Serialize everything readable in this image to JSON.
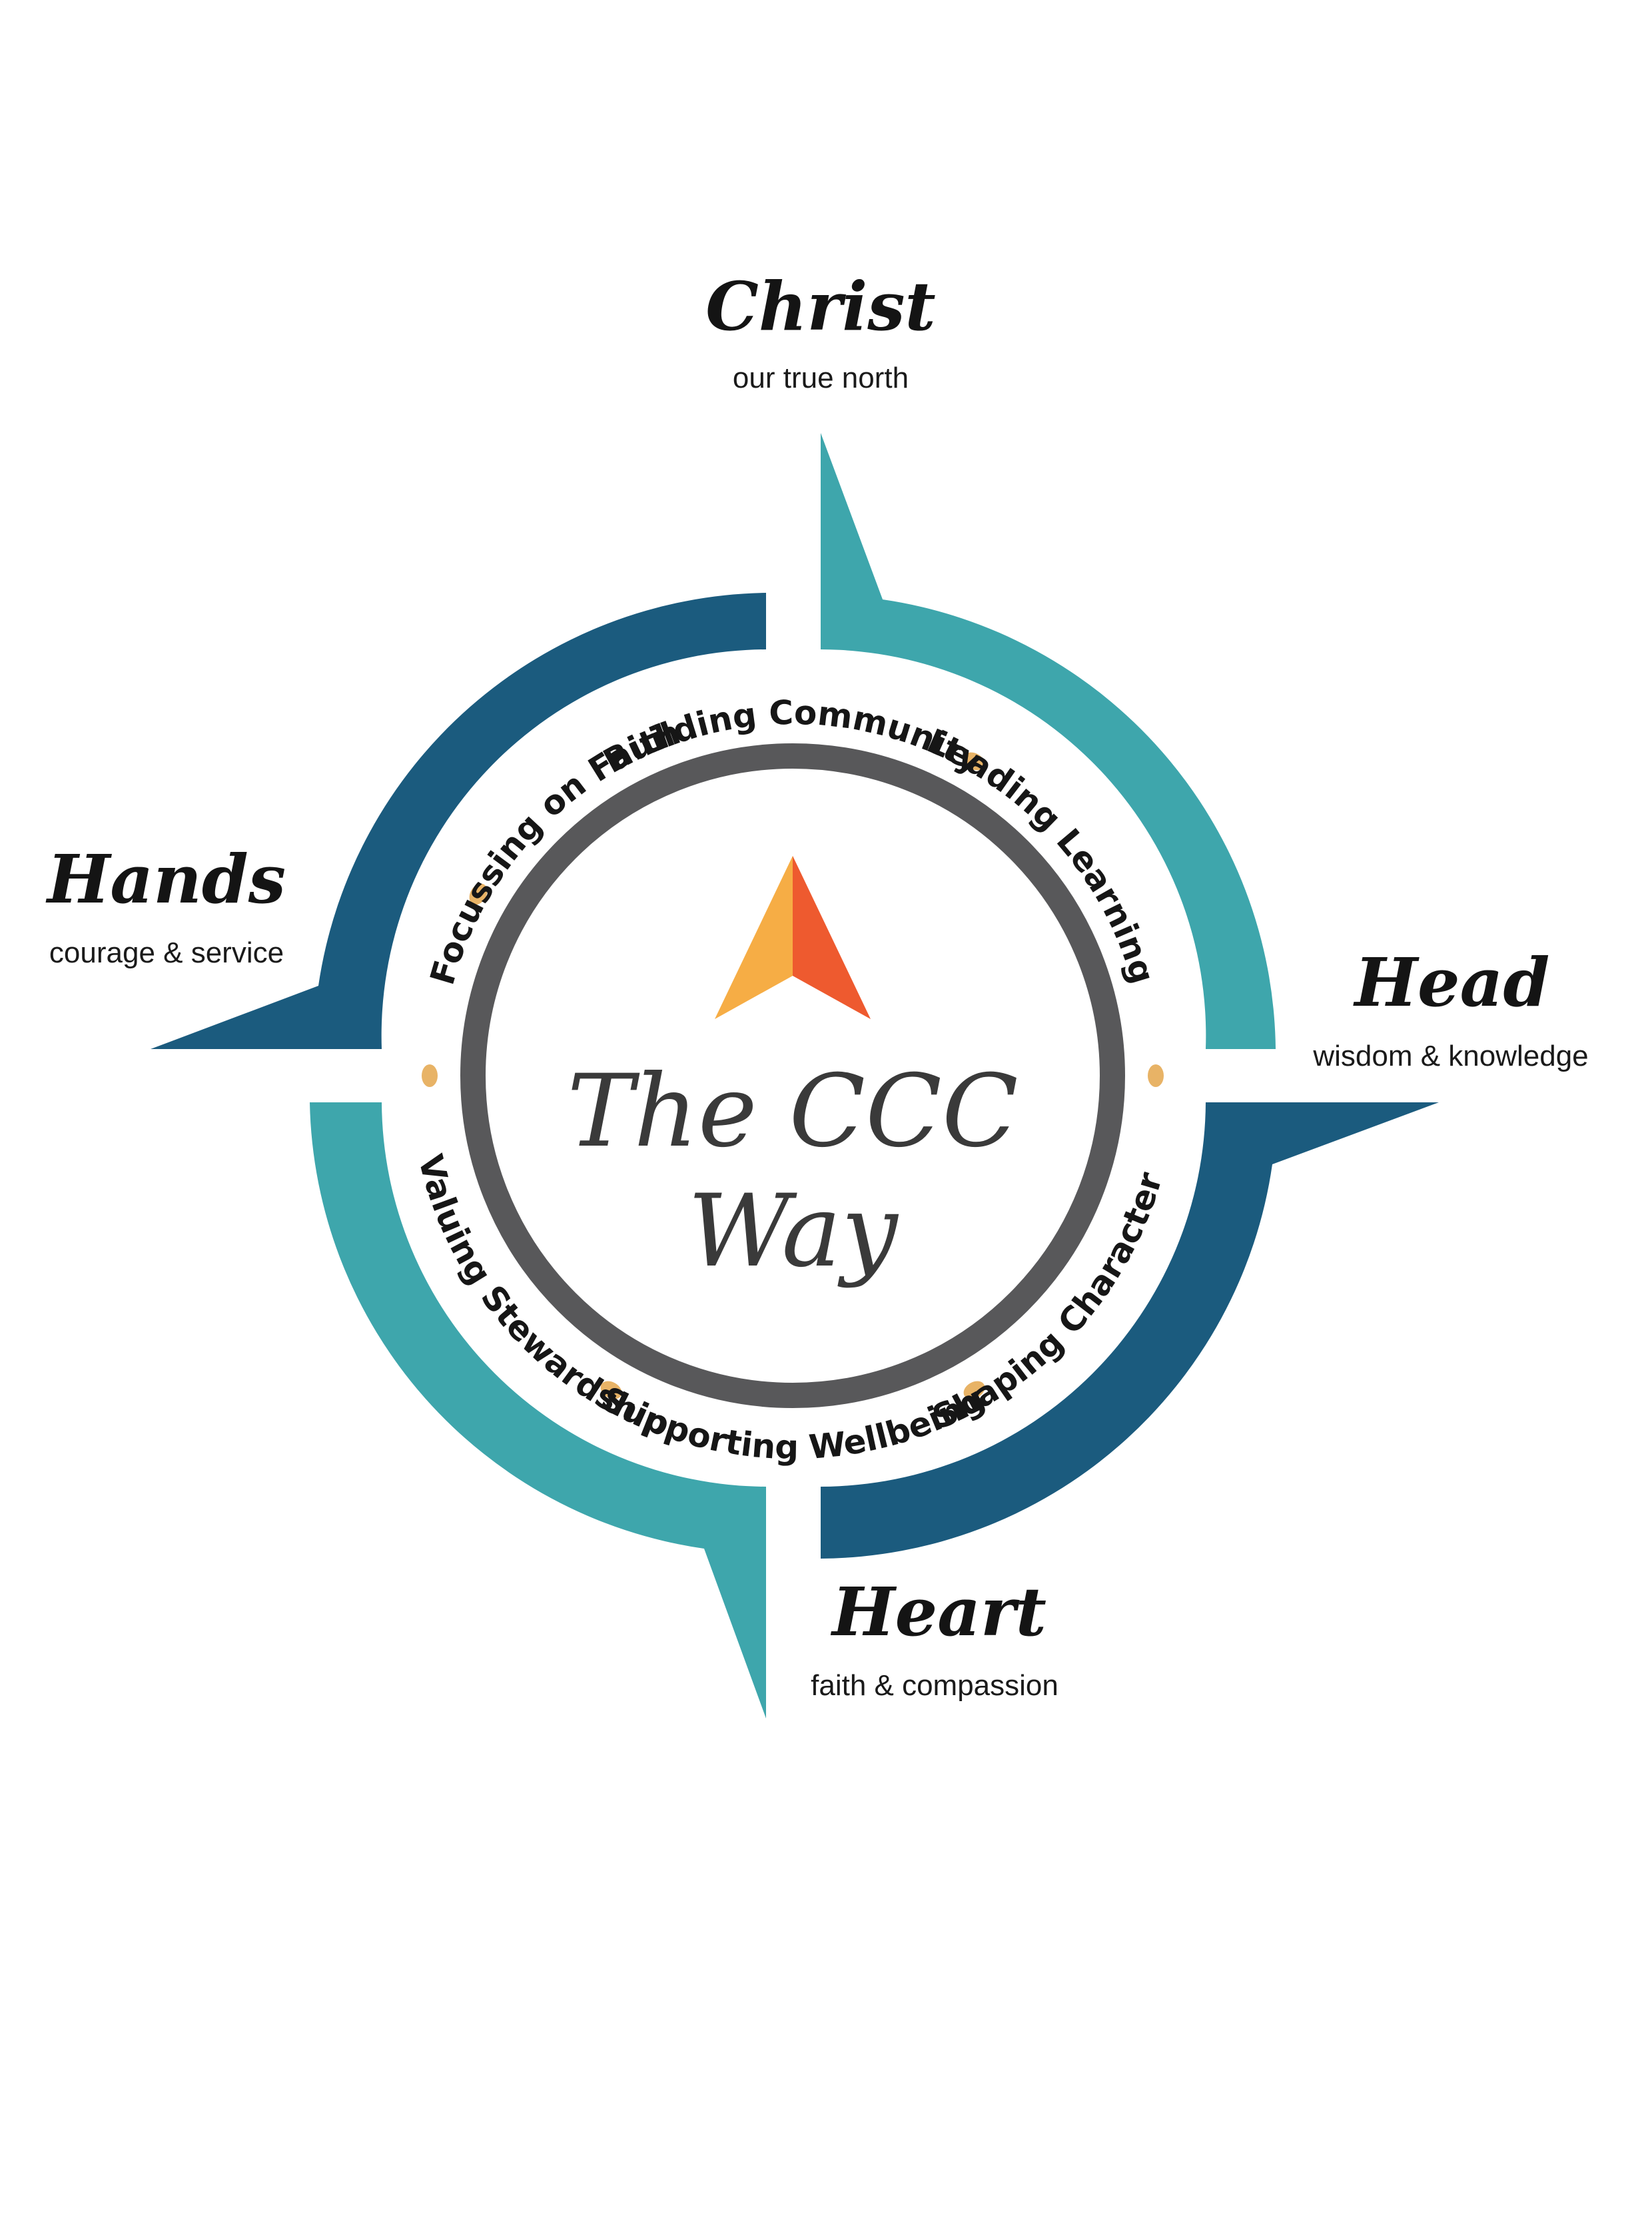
{
  "colors": {
    "teal": "#3ea6ac",
    "navy": "#1b5b7e",
    "ring_gray": "#58585a",
    "dot_gold": "#e8b366",
    "arrow_left": "#f6ad45",
    "arrow_right": "#ee5a2f"
  },
  "points": {
    "north": {
      "title": "Christ",
      "subtitle": "our true north"
    },
    "east": {
      "title": "Head",
      "subtitle": "wisdom & knowledge"
    },
    "south": {
      "title": "Heart",
      "subtitle": "faith & compassion"
    },
    "west": {
      "title": "Hands",
      "subtitle": "courage & service"
    }
  },
  "ring_labels": [
    "Building Community",
    "Leading Learning",
    "Shaping Character",
    "Supporting Wellbeing",
    "Valuing Stewardship",
    "Focussing on Faith"
  ],
  "center": {
    "line1": "The CCC",
    "line2": "Way",
    "logo_icon": "compass-arrow-icon"
  }
}
